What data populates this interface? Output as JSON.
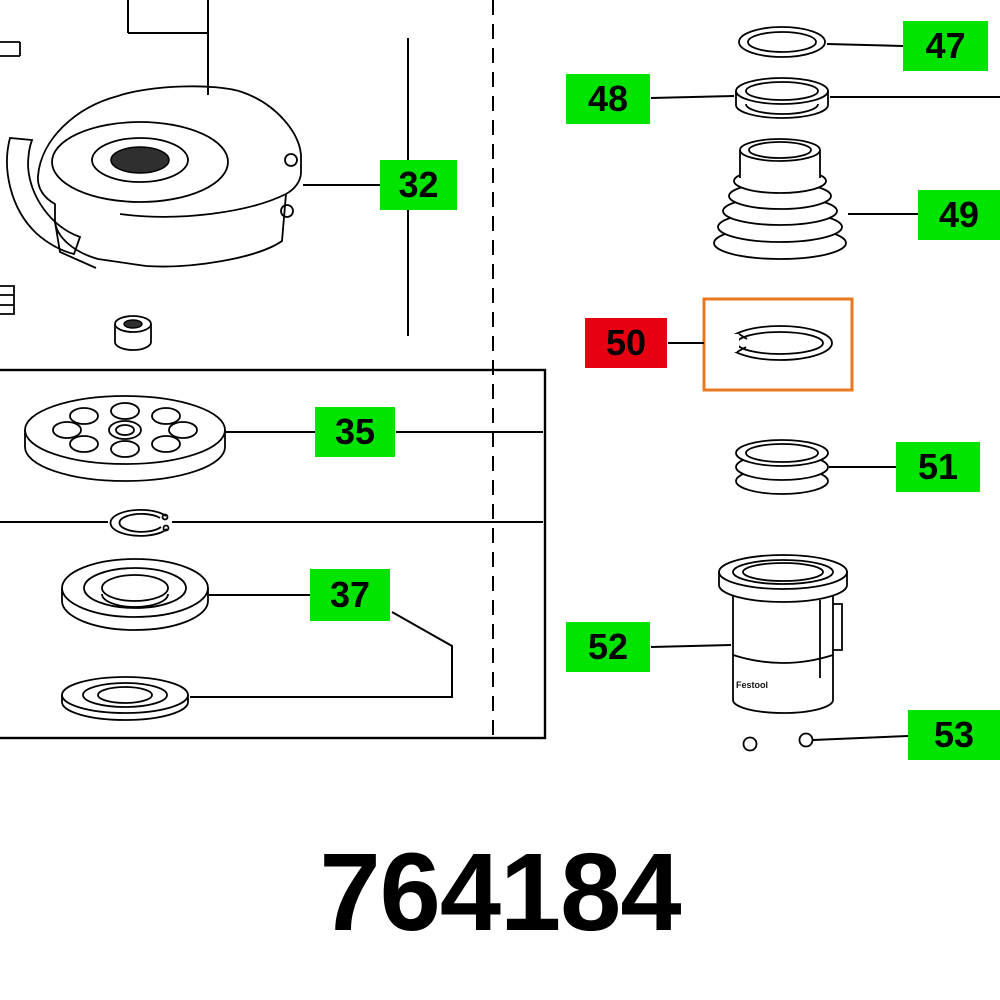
{
  "diagram": {
    "document_number": "764184",
    "selected_callout": "50",
    "callouts": {
      "c32": {
        "label": "32",
        "selected": false
      },
      "c35": {
        "label": "35",
        "selected": false
      },
      "c37": {
        "label": "37",
        "selected": false
      },
      "c47": {
        "label": "47",
        "selected": false
      },
      "c48": {
        "label": "48",
        "selected": false
      },
      "c49": {
        "label": "49",
        "selected": false
      },
      "c50": {
        "label": "50",
        "selected": true
      },
      "c51": {
        "label": "51",
        "selected": false
      },
      "c52": {
        "label": "52",
        "selected": false
      },
      "c53": {
        "label": "53",
        "selected": false
      }
    },
    "part52_logo_text": "Festool",
    "colors": {
      "callout_green": "#00e400",
      "callout_red": "#e60012",
      "highlight_orange": "#e8791e",
      "line": "#000000",
      "background": "#ffffff"
    }
  }
}
